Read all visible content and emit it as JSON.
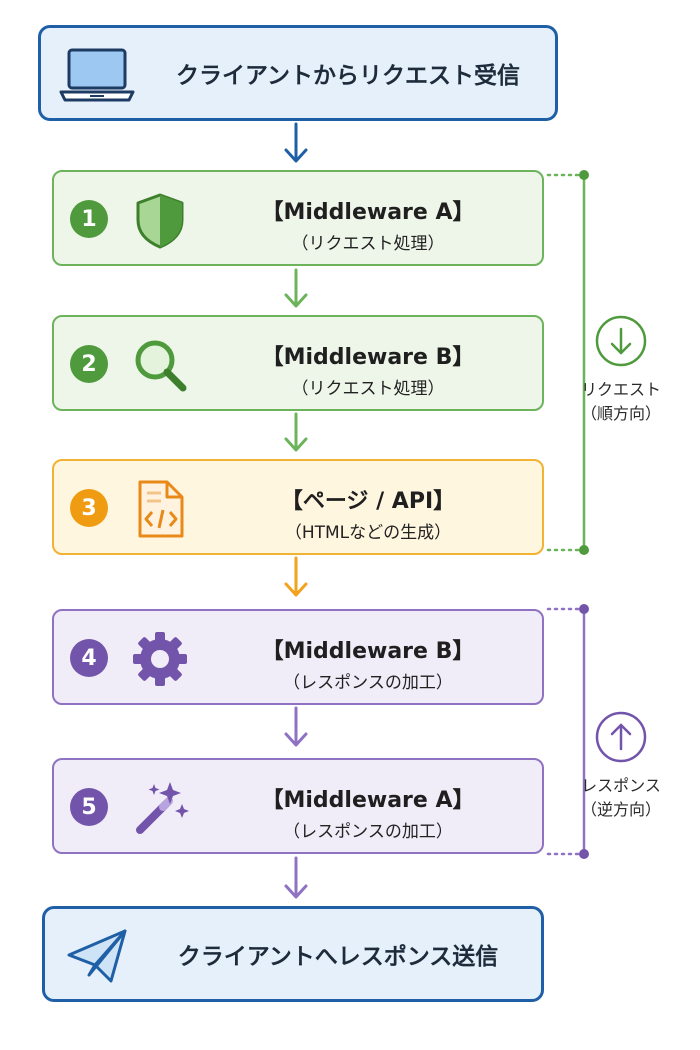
{
  "start": {
    "label": "クライアントからリクエスト受信",
    "icon": "laptop-icon"
  },
  "steps": [
    {
      "number": "1",
      "title": "【Middleware A】",
      "subtitle": "（リクエスト処理）",
      "icon": "shield-icon",
      "color": "#4f9a3c"
    },
    {
      "number": "2",
      "title": "【Middleware B】",
      "subtitle": "（リクエスト処理）",
      "icon": "magnifier-icon",
      "color": "#4f9a3c"
    },
    {
      "number": "3",
      "title": "【ページ / API】",
      "subtitle": "（HTMLなどの生成）",
      "icon": "code-file-icon",
      "color": "#f09c12"
    },
    {
      "number": "4",
      "title": "【Middleware B】",
      "subtitle": "（レスポンスの加工）",
      "icon": "gear-icon",
      "color": "#7354ab"
    },
    {
      "number": "5",
      "title": "【Middleware A】",
      "subtitle": "（レスポンスの加工）",
      "icon": "magic-wand-icon",
      "color": "#7354ab"
    }
  ],
  "end": {
    "label": "クライアントへレスポンス送信",
    "icon": "paper-plane-icon"
  },
  "request_flow": {
    "line1": "リクエスト",
    "line2": "（順方向）",
    "icon": "arrow-down-icon",
    "color": "#4f9a3c"
  },
  "response_flow": {
    "line1": "レスポンス",
    "line2": "（逆方向）",
    "icon": "arrow-up-icon",
    "color": "#7354ab"
  }
}
